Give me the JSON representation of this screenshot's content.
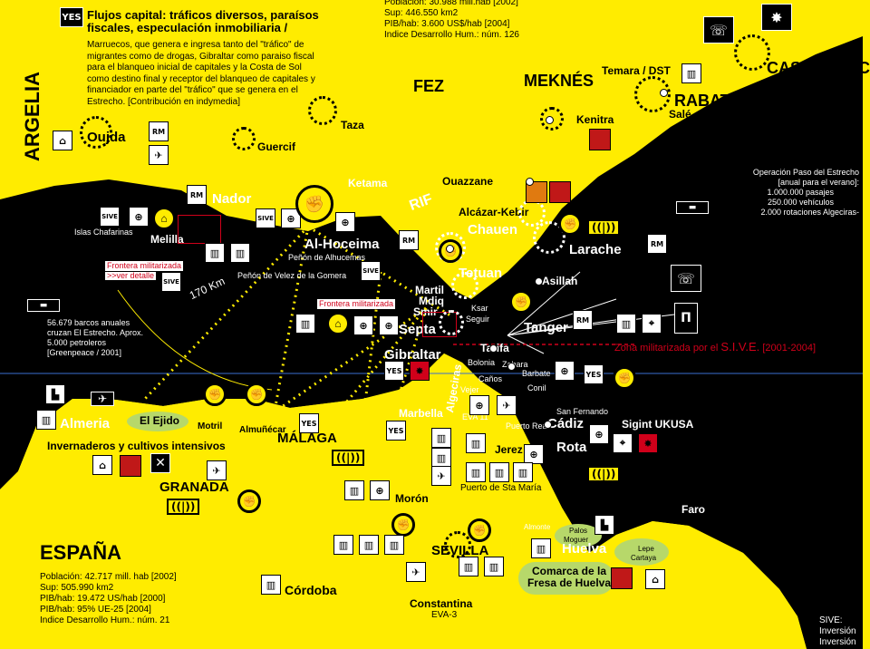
{
  "header": {
    "yes_badge": "YES",
    "title": "Flujos capital: tráficos diversos, paraísos fiscales, especulación inmobiliaria /",
    "body": "Marruecos, que genera e ingresa tanto del \"tráfico\" de migrantes como de drogas, Gibraltar como paraiso fiscal para el blanqueo inicial de capitales y la Costa de Sol como destino final y receptor del blanqueo de capitales y financiador en parte del \"tráfico\" que se genera en el Estrecho. [Contribución en indymedia]"
  },
  "morocco_stats": {
    "poblacion": "Población: 30.988 mill.hab [2002]",
    "sup": "Sup: 446.550 km2",
    "pib": "PIB/hab: 3.600 US$/hab [2004]",
    "idh": "Indice Desarrollo Hum.: núm. 126"
  },
  "spain_stats": {
    "title": "ESPAÑA",
    "poblacion": "Población: 42.717 mill. hab [2002]",
    "sup": "Sup: 505.990 km2",
    "pib": "PIB/hab: 19.472 US/hab [2000]",
    "pib_ue": "PIB/hab: 95% UE-25 [2004]",
    "idh": "Indice Desarrollo Hum.: núm. 21"
  },
  "country_labels": {
    "argelia": "ARGELIA",
    "rif": "RIF"
  },
  "cities": {
    "fez": "FEZ",
    "meknes": "MEKNÉS",
    "casablanca": "CASABLANC",
    "rabat": "RABAT",
    "sale": "Salé",
    "temara": "Temara / DST",
    "kenitra": "Kenitra",
    "oujda": "Oujda",
    "taza": "Taza",
    "guercif": "Guercif",
    "ketama": "Ketama",
    "ouazzane": "Ouazzane",
    "alcazar": "Alcázar-Kebir",
    "chauen": "Chauen",
    "larache": "Larache",
    "nador": "Nador",
    "melilla": "Melilla",
    "chafarinas": "Islas Chafarinas",
    "alhoceima": "Al-Hoceima",
    "alhucemas": "Peñón de Alhucemas",
    "velez": "Peñón de Velez de la Gomera",
    "tetuan": "Tetuan",
    "martil": "Martil",
    "mdiq": "Mdiq",
    "smir": "Smir",
    "asillah": "Asillah",
    "tanger": "Tanger",
    "ksar": "Ksar",
    "seguir": "Seguir",
    "ceuta": "Septa",
    "gibraltar": "Gibraltar",
    "algeciras": "Algeciras",
    "tarifa": "Tarifa",
    "bolonia": "Bolonia",
    "zahara": "Zahara",
    "barbate": "Barbate",
    "canos": "Caños",
    "vejer": "Vejer",
    "conil": "Conil",
    "marbella": "Marbella",
    "eva11": "EVA 11",
    "puerto_real": "Puerto Real",
    "san_fernando": "San Fernando",
    "cadiz": "Cádiz",
    "rota": "Rota",
    "jerez": "Jerez",
    "puerto_sta_maria": "Puerto de Sta María",
    "almeria": "Almeria",
    "el_ejido": "El Ejido",
    "motril": "Motril",
    "almunecar": "Almuñécar",
    "malaga": "MÁLAGA",
    "granada": "GRANADA",
    "moron": "Morón",
    "sevilla": "SEVILLA",
    "cordoba": "Córdoba",
    "constantina": "Constantina",
    "eva3": "EVA-3",
    "huelva": "Huelva",
    "almonte": "Almonte",
    "palos": "Palos",
    "moguer": "Moguer",
    "lepe": "Lepe",
    "cartaya": "Cartaya",
    "faro": "Faro"
  },
  "annotations": {
    "invernaderos": "Invernaderos y cultivos intensivos",
    "comarca": "Comarca de la Fresa de Huelva",
    "frontera1": "Frontera militarizada",
    "ver_detalle": ">>ver detalle",
    "frontera2": "Frontera militarizada",
    "zona_sive_a": "Zona militarizada por el",
    "zona_sive_b": "S.I.V.E.",
    "zona_sive_c": "[2001-2004]",
    "km": "170 Km",
    "sigint": "Sigint UKUSA",
    "barcos1": "56.679 barcos anuales",
    "barcos2": "cruzan El Estrecho. Aprox.",
    "barcos3": "5.000 petroleros",
    "barcos4": "[Greenpeace / 2001]",
    "operacion1": "Operación Paso del Estrecho",
    "operacion2": "[anual para el verano]:",
    "operacion3": "1.000.000 pasajes",
    "operacion4": "250.000 vehículos",
    "operacion5": "2.000 rotaciones Algeciras-",
    "sive1": "SIVE:",
    "sive2": "Inversión",
    "sive3": "Inversión"
  },
  "icons": {
    "rm": "RM",
    "sive": "SIVE",
    "yes": "YES",
    "signal": "((|))"
  },
  "colors": {
    "background": "#ffec00",
    "land": "#000000",
    "accent_red": "#d0001a",
    "green": "#b7d86a"
  }
}
